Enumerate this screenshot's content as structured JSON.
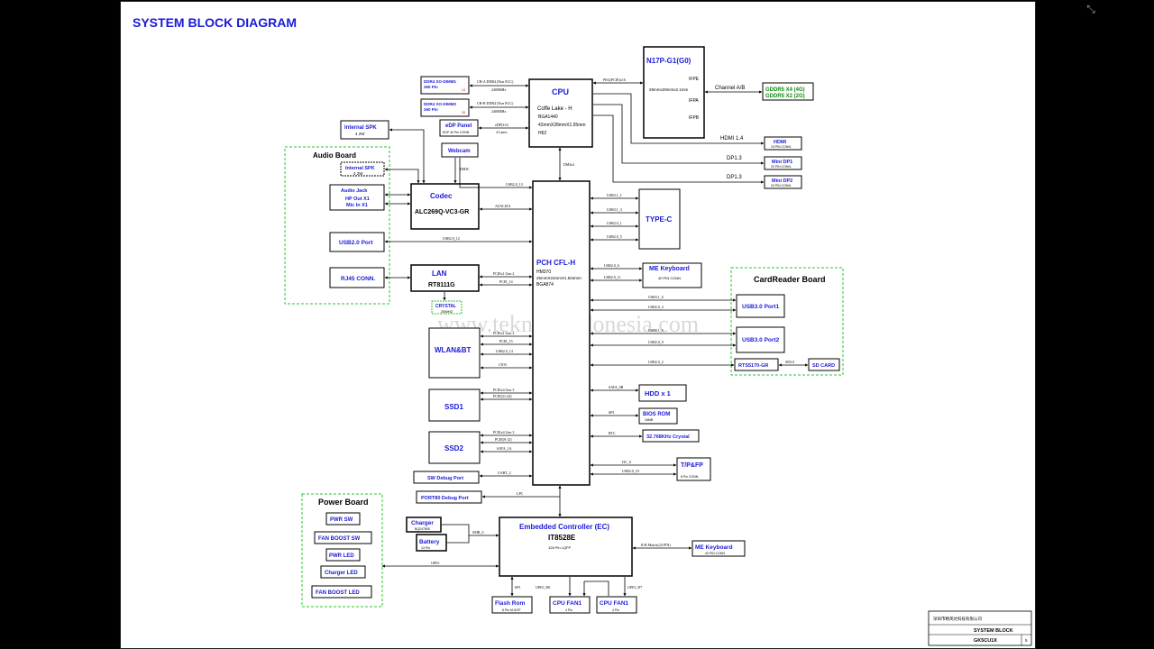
{
  "title": "SYSTEM BLOCK DIAGRAM",
  "watermark": "www.teknisi-indonesia.com",
  "colors": {
    "blue": "#1a1ad8",
    "green": "#128a12",
    "dashed_green": "#2bc42b",
    "ink": "#000000",
    "background": "#ffffff"
  },
  "icons": {
    "window_corner": "expand-arrows-icon"
  },
  "cpu": {
    "title": "CPU",
    "line1": "Coffe Lake - H",
    "line2": "BGA1440",
    "line3": "42mmX28mmX1.55mm",
    "line4": "H62"
  },
  "gpu": {
    "title": "N17P-G1(G0)",
    "ports": [
      "IFPE",
      "IFPA",
      "IFPB"
    ],
    "size": "29mmx29mmx2.1mm"
  },
  "gddr": {
    "line1": "GDDR5 X4 (4G)",
    "line2": "GDDR5 X2 (2G)"
  },
  "pch": {
    "title": "PCH CFL-H",
    "line1": "HM370",
    "line2": "25mmX24mmX1.504mm",
    "line3": "BGA874"
  },
  "ec": {
    "title": "Embedded Controller (EC)",
    "chip": "IT8528E",
    "pkg": "128 Pin LQFP"
  },
  "codec": {
    "title": "Codec",
    "chip": "ALC269Q-VC3-GR"
  },
  "lan": {
    "title": "LAN",
    "chip": "RT8111G"
  },
  "crystal": {
    "label": "CRYSTAL",
    "freq": "25MHZ"
  },
  "dimm1": {
    "label": "DDR4 SO-DIMM1",
    "pins": "260 Pin",
    "n": "14"
  },
  "dimm2": {
    "label": "DDR4 SO-DIMM2",
    "pins": "260 Pin",
    "n": "15"
  },
  "edp": {
    "label": "eDP Panel",
    "sub": "EDP 40 Pin CONN."
  },
  "webcam": {
    "label": "Webcam"
  },
  "spk": {
    "label": "Internal SPK",
    "watt": "4    2W"
  },
  "audio_board": {
    "label": "Audio Board",
    "spk": "Internal SPK",
    "spk_watt": "4    2W",
    "jack": "Audio Jack",
    "hp": "HP Out X1",
    "mic": "Mic In X1",
    "usb": "USB2.0 Port",
    "rj45": "RJ45 CONN."
  },
  "wlan": {
    "label": "WLAN&BT"
  },
  "ssd1": {
    "label": "SSD1"
  },
  "ssd2": {
    "label": "SSD2"
  },
  "sw_debug": {
    "label": "SW Debug Port"
  },
  "port80": {
    "label": "PORT80 Debug Port"
  },
  "type_c": {
    "label": "TYPE-C"
  },
  "me_kb1": {
    "label": "ME Keyboard",
    "sub": "40 PIN CONN"
  },
  "me_kb2": {
    "label": "ME Keyboard",
    "sub": "40 PIN CONN"
  },
  "hdmi": {
    "label": "HDMI",
    "sub": "19 PIN CONN."
  },
  "mdp1": {
    "label": "Mini DP1",
    "sub": "20 PIN CONN."
  },
  "mdp2": {
    "label": "Mini DP2",
    "sub": "20 PIN CONN."
  },
  "card_board": {
    "label": "CardReader Board",
    "usb1": "USB3.0 Port1",
    "usb2": "USB3.0 Port2",
    "rts": "RTS5170-GR",
    "sd": "SD CARD",
    "sd_sig": "SD3.0"
  },
  "hdd": {
    "label": "HDD x 1"
  },
  "bios": {
    "label": "BIOS ROM",
    "sub": "16MB"
  },
  "rtc_xtal": {
    "label": "32.768KHz Crystal"
  },
  "tpfp": {
    "label": "T/P&FP",
    "sub": "8 Pin CONN."
  },
  "charger": {
    "label": "Charger",
    "sub": "BQ24780S"
  },
  "battery": {
    "label": "Battery",
    "sub": "13 Pin"
  },
  "flash": {
    "label": "Flash Rom",
    "sub": "8 Pin M-SOP"
  },
  "fan_a": {
    "label": "CPU FAN1",
    "sub": "4 Pin"
  },
  "fan_b": {
    "label": "CPU FAN1",
    "sub": "4 Pin"
  },
  "power_board": {
    "label": "Power Board",
    "items": [
      "PWR SW",
      "FAN BOOST SW",
      "PWR LED",
      "Charger LED",
      "FAN BOOST LED"
    ]
  },
  "signals": {
    "ch_a": "CH-A DDR4 (Non ECC)",
    "ch_b": "CH-B DDR4 (Non ECC)",
    "mhz_a": "2400MHz",
    "mhz_b": "2400MHz",
    "peg": "PEG(PCIE)x16",
    "channel_ab": "Channel A/B",
    "hdmi14": "HDMI 1.4",
    "dp13a": "DP1.3",
    "dp13b": "DP1.3",
    "edp_sig": "eDP[3:0]",
    "lanes": "4 Lanes",
    "dmi": "DMIx4",
    "dmic": "DMIC",
    "usb2_13": "USB2.0_13",
    "azalia": "AZALIZA",
    "usb2_12": "USB2.0_12",
    "pcie1_g2": "PCIEx1 Gen 2",
    "pcie_14": "PCIE_14",
    "pcie1_g2b": "PCIEx1 Gen 2",
    "pcie_15": "PCIE_15",
    "usb2_14": "USB2.0_14",
    "cnvi": "CNVi",
    "pcie4_g3a": "PCIEx4 Gen 3",
    "pcie_21_24": "PCIE[21:24]",
    "pcie4_g3b": "PCIEx4 Gen 3",
    "pcie_9_12": "PCIE[9:12]",
    "sata_1a": "SATA_1A",
    "uart2": "UART_2",
    "lpc": "LPC",
    "usb31_1": "USB3.1_1",
    "usb31_3": "USB3.1_3",
    "usb2_1": "USB2.0_1",
    "usb2_5": "USB2.0_5",
    "usb2_6": "USB2.0_6",
    "usb2_11": "USB2.0_11",
    "usb31_6": "USB3.1_6",
    "usb2_4": "USB2.0_4",
    "usb31_5": "USB3.1_5",
    "usb2_9": "USB2.0_9",
    "usb2_2": "USB2.0_2",
    "sata_0b": "SATA_0B",
    "spi": "SPI",
    "rtc": "RTC",
    "i2c_0": "I2C_0",
    "usb2_10": "USB2.0_10",
    "smb0": "SMB_0",
    "kb_matrix": "K/B Matrix(24 PIN)",
    "gpio": "GPIO",
    "spi2": "SPI",
    "gpio_d6": "GPIO_D6",
    "gpio_d7": "GPIO_D7"
  },
  "title_block": {
    "company": "深圳市精英达科技有限公司",
    "sheet": "SYSTEM BLOCK",
    "model": "GK5CU1X",
    "page": "5"
  }
}
